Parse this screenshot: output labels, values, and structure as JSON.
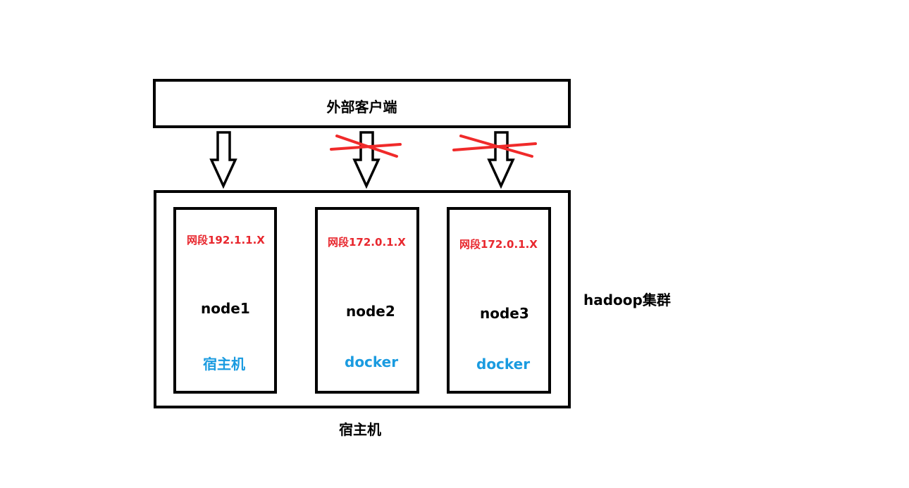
{
  "client": {
    "label": "外部客户端"
  },
  "cluster": {
    "label": "hadoop集群"
  },
  "host": {
    "label": "宿主机"
  },
  "nodes": [
    {
      "subnet": "网段192.1.1.X",
      "name": "node1",
      "type": "宿主机",
      "blocked": false
    },
    {
      "subnet": "网段172.0.1.X",
      "name": "node2",
      "type": "docker",
      "blocked": true
    },
    {
      "subnet": "网段172.0.1.X",
      "name": "node3",
      "type": "docker",
      "blocked": true
    }
  ],
  "colors": {
    "subnet": "#e8272e",
    "type": "#1a9be0",
    "cross": "#f02a2a",
    "line": "#000000"
  }
}
